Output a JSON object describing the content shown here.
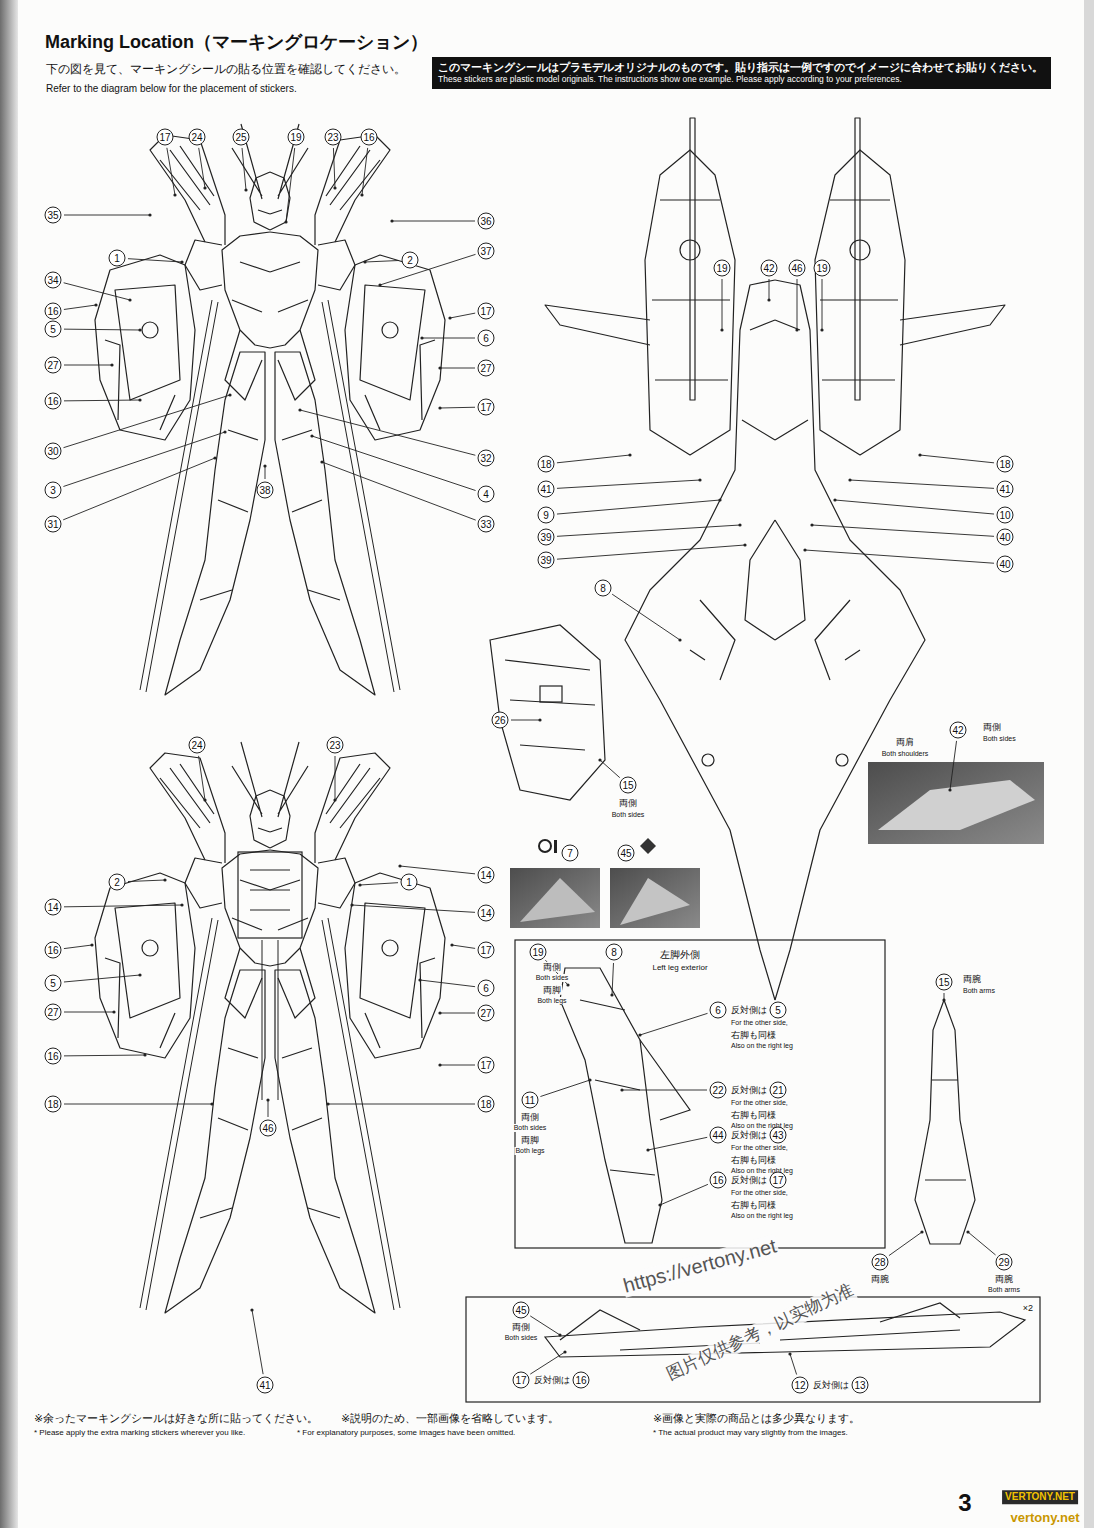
{
  "diagram": {
    "title": "Marking Location（マーキングロケーション）",
    "nodes": [
      {
        "text": [
          "このマーキングシールはプラモデルオリジナルのものです。貼り指示は一例ですのでイメージに合わせてお貼りください。",
          "These stickers are plastic model originals. The instructions show one example. Please apply according to your preferences."
        ]
      }
    ],
    "labels": [
      "下の図を見て、マーキングシールの貼る位置を確認してください。",
      "Refer to the diagram below for the placement of stickers.",
      "17",
      "24",
      "25",
      "19",
      "23",
      "16",
      "35",
      "36",
      "1",
      "2",
      "37",
      "34",
      "16",
      "5",
      "17",
      "6",
      "27",
      "27",
      "16",
      "17",
      "30",
      "32",
      "3",
      "4",
      "38",
      "31",
      "33",
      "24",
      "23",
      "14",
      "2",
      "1",
      "14",
      "14",
      "16",
      "17",
      "5",
      "6",
      "27",
      "27",
      "16",
      "17",
      "18",
      "18",
      "46",
      "41",
      "19",
      "42",
      "46",
      "19",
      "18",
      "18",
      "41",
      "41",
      "9",
      "10",
      "39",
      "40",
      "39",
      "40",
      "8",
      "26",
      "15",
      "両側",
      "Both sides",
      "7",
      "45",
      "両肩",
      "Both shoulders",
      "42",
      "両側",
      "Both sides",
      "19",
      "両側",
      "Both sides",
      "両脚",
      "Both legs",
      "8",
      "左脚外側",
      "Left leg exterior",
      "6",
      "反対側は",
      "5",
      "For the other side,",
      "右脚も同様",
      "Also on the right leg",
      "22",
      "反対側は",
      "21",
      "For the other side,",
      "右脚も同様",
      "Also on the right leg",
      "44",
      "反対側は",
      "43",
      "For the other side,",
      "右脚も同様",
      "Also on the right leg",
      "16",
      "反対側は",
      "17",
      "For the other side,",
      "右脚も同様",
      "Also on the right leg",
      "11",
      "両側",
      "Both sides",
      "両脚",
      "Both legs",
      "15",
      "両腕",
      "Both arms",
      "28",
      "両腕",
      "29",
      "両腕",
      "Both arms",
      "45",
      "両側",
      "Both sides",
      "×2",
      "17",
      "反対側は",
      "16",
      "12",
      "反対側は",
      "13",
      "※余ったマーキングシールは好きな所に貼ってください。",
      "※説明のため、一部画像を省略しています。",
      "※画像と実際の商品とは多少異なります。",
      "* Please apply the extra marking stickers wherever you like.",
      "* For explanatory purposes, some images have been omitted.",
      "* The actual product may vary slightly from the images.",
      "https://vertony.net",
      "图片仅供参考，以实物为准",
      "VERTONY.NET",
      "vertony.net",
      "3"
    ]
  }
}
